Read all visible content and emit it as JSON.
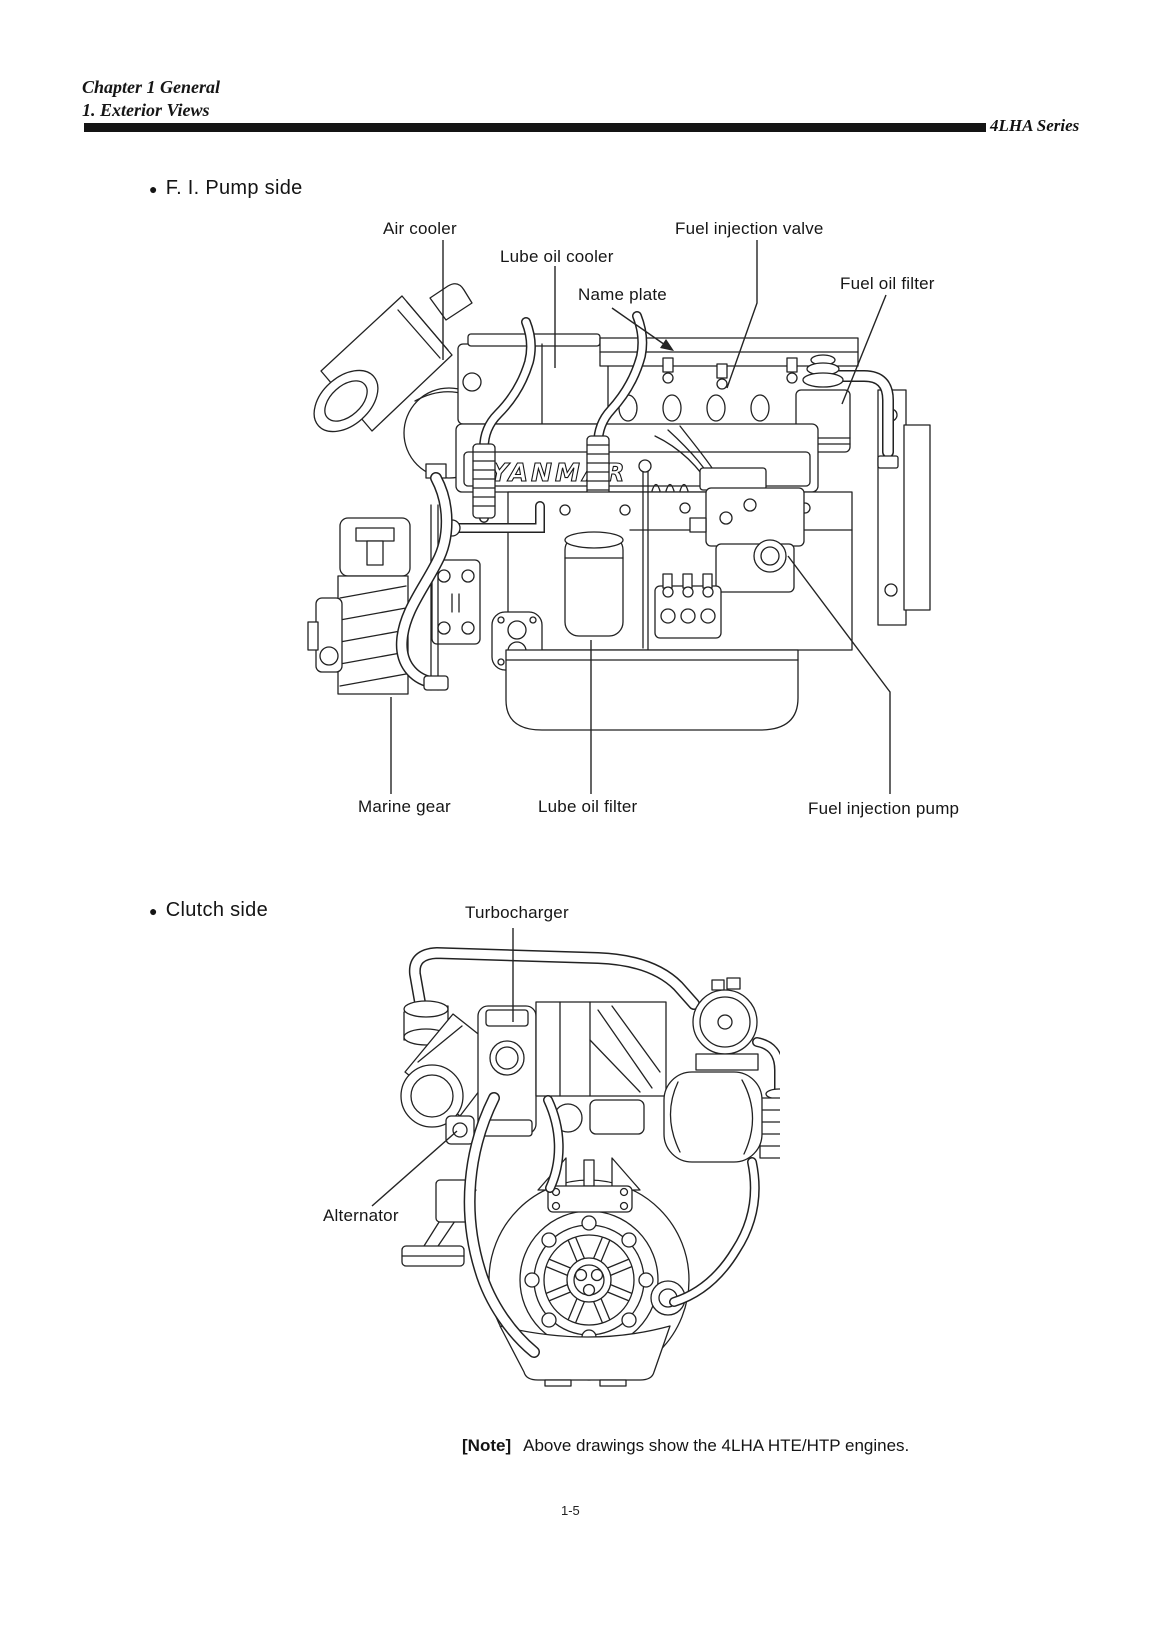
{
  "page": {
    "header": {
      "chapter": "Chapter 1 General",
      "section": "1. Exterior Views",
      "series": "4LHA Series"
    },
    "figures": {
      "fi_pump_side": {
        "bullet": "●",
        "heading": "F. I. Pump side",
        "brand": "YANMAR",
        "labels": {
          "air_cooler": "Air cooler",
          "lube_oil_cooler": "Lube oil cooler",
          "name_plate": "Name plate",
          "fuel_injection_valve": "Fuel injection valve",
          "fuel_oil_filter": "Fuel oil filter",
          "marine_gear": "Marine gear",
          "lube_oil_filter": "Lube oil filter",
          "fuel_injection_pump": "Fuel injection pump"
        }
      },
      "clutch_side": {
        "bullet": "●",
        "heading": "Clutch side",
        "labels": {
          "turbocharger": "Turbocharger",
          "alternator": "Alternator"
        }
      }
    },
    "note": {
      "tag": "[Note]",
      "text": "Above drawings show the 4LHA HTE/HTP engines."
    },
    "page_number": "1-5"
  },
  "colors": {
    "ink": "#1a1a1a",
    "paper": "#ffffff"
  }
}
